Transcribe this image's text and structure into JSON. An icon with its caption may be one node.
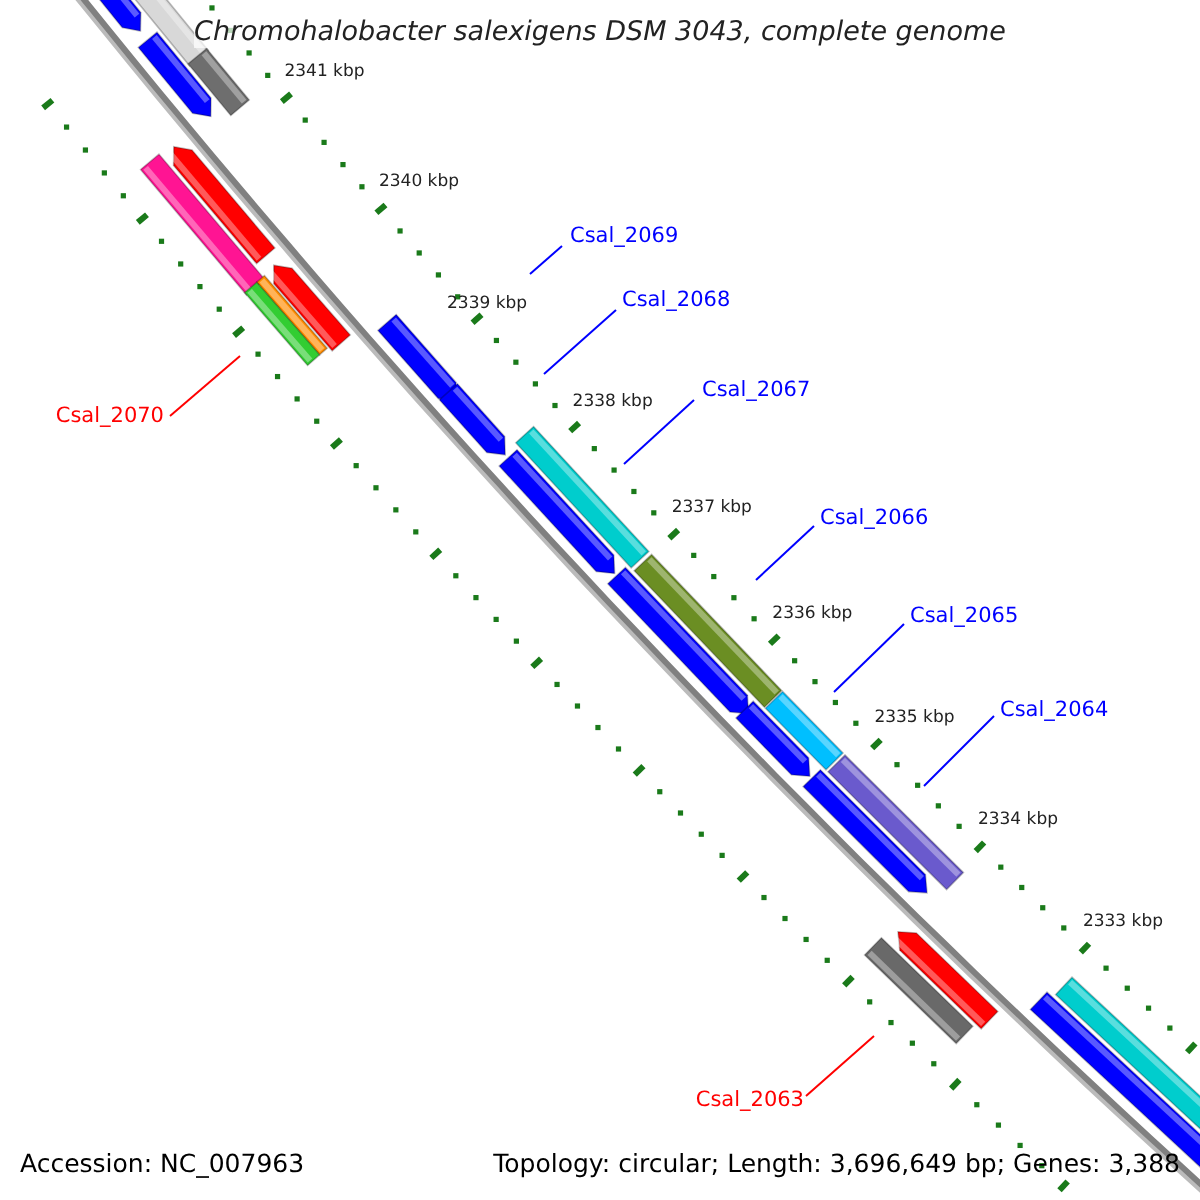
{
  "diagram": {
    "title": "Chromohalobacter salexigens DSM 3043, complete genome",
    "nodes": [
      {
        "text": [
          "Csal_2069"
        ]
      },
      {
        "text": [
          "Csal_2068"
        ]
      },
      {
        "text": [
          "Csal_2067"
        ]
      },
      {
        "text": [
          "Csal_2070"
        ]
      },
      {
        "text": [
          "Csal_2066"
        ]
      },
      {
        "text": [
          "Csal_2065"
        ]
      },
      {
        "text": [
          "Csal_2064"
        ]
      },
      {
        "text": [
          "Csal_2063"
        ]
      }
    ],
    "edges": [
      {
        "from": 0,
        "to": null,
        "arrow": "none"
      },
      {
        "from": 1,
        "to": null,
        "arrow": "none"
      },
      {
        "from": 2,
        "to": null,
        "arrow": "none"
      },
      {
        "from": 3,
        "to": null,
        "arrow": "none",
        "color": "#ff0000"
      },
      {
        "from": 4,
        "to": null,
        "arrow": "none"
      },
      {
        "from": 5,
        "to": null,
        "arrow": "none"
      },
      {
        "from": 6,
        "to": null,
        "arrow": "none"
      },
      {
        "from": 7,
        "to": null,
        "arrow": "none",
        "color": "#ff0000"
      }
    ],
    "labels": [
      "2341 kbp",
      "2340 kbp",
      "2339 kbp",
      "2338 kbp",
      "2337 kbp",
      "2336 kbp",
      "2335 kbp",
      "2334 kbp",
      "2333 kbp",
      "Accession: NC_007963",
      "Topology: circular; Length: 3,696,649 bp; Genes: 3,388"
    ]
  }
}
